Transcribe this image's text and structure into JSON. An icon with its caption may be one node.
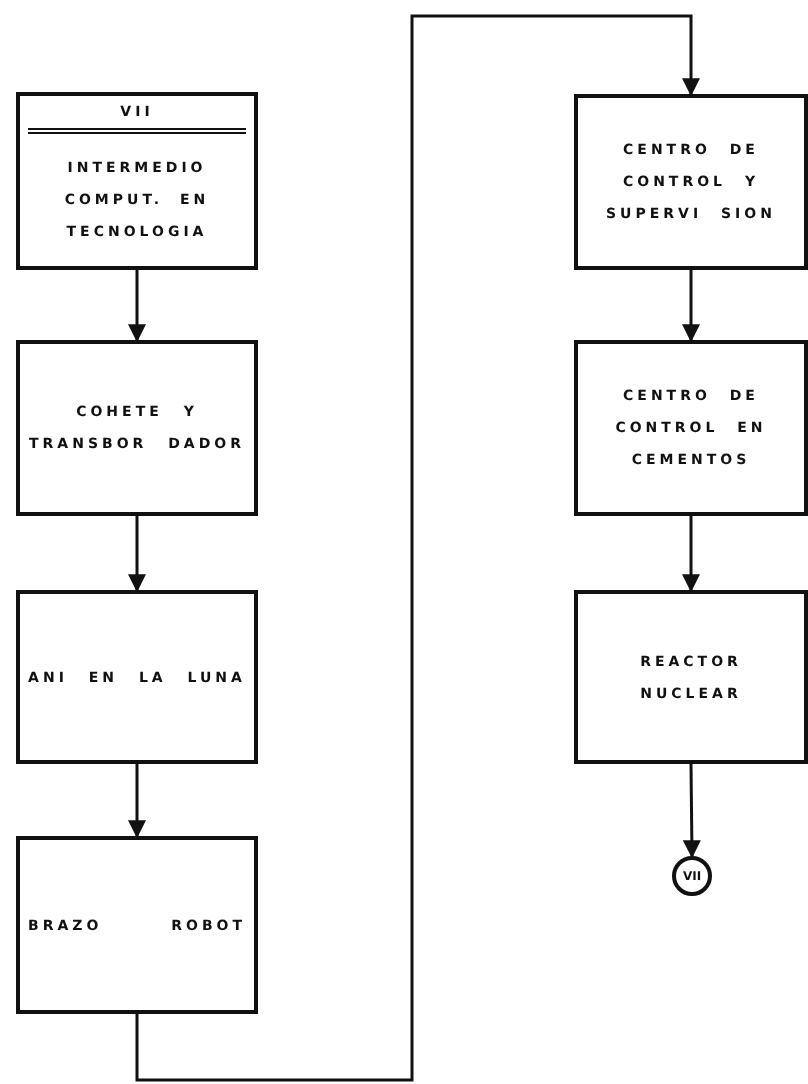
{
  "diagram": {
    "nodes": [
      {
        "text": [
          "VII",
          "INTERMEDIO COMPUT. EN TECNOLOGIA"
        ]
      },
      {
        "text": [
          "COHETE Y TRANSBOR DADOR"
        ]
      },
      {
        "text": [
          "ANI EN LA LUNA"
        ]
      },
      {
        "text": [
          "BRAZO ROBOT"
        ]
      },
      {
        "text": [
          "CENTRO DE CONTROL Y SUPERVI SION"
        ]
      },
      {
        "text": [
          "CENTRO DE CONTROL EN CEMENTOS"
        ]
      },
      {
        "text": [
          "REACTOR NUCLEAR"
        ]
      },
      {
        "text": [
          "VII"
        ]
      }
    ],
    "edges": [
      {
        "from": 0,
        "to": 1,
        "arrow": "to"
      },
      {
        "from": 1,
        "to": 2,
        "arrow": "to"
      },
      {
        "from": 2,
        "to": 3,
        "arrow": "to"
      },
      {
        "from": 3,
        "to": 4,
        "arrow": "to"
      },
      {
        "from": 4,
        "to": 5,
        "arrow": "to"
      },
      {
        "from": 5,
        "to": 6,
        "arrow": "to"
      },
      {
        "from": 6,
        "to": 7,
        "arrow": "to"
      }
    ]
  }
}
